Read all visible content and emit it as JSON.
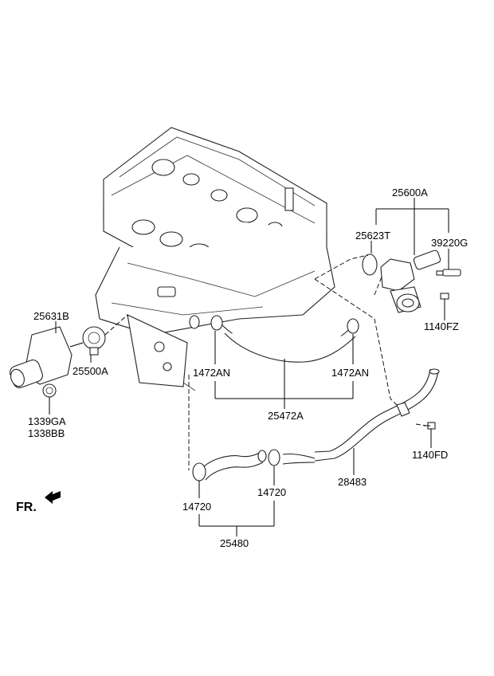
{
  "labels": {
    "p25600A": "25600A",
    "p25623T": "25623T",
    "p39220G": "39220G",
    "p1140FZ": "1140FZ",
    "p25631B": "25631B",
    "p25500A": "25500A",
    "p1339GA": "1339GA",
    "p1338BB": "1338BB",
    "p1472AN_left": "1472AN",
    "p1472AN_right": "1472AN",
    "p25472A": "25472A",
    "p1140FD": "1140FD",
    "p28483": "28483",
    "p14720_left": "14720",
    "p14720_right": "14720",
    "p25480": "25480",
    "front_marker": "FR."
  }
}
